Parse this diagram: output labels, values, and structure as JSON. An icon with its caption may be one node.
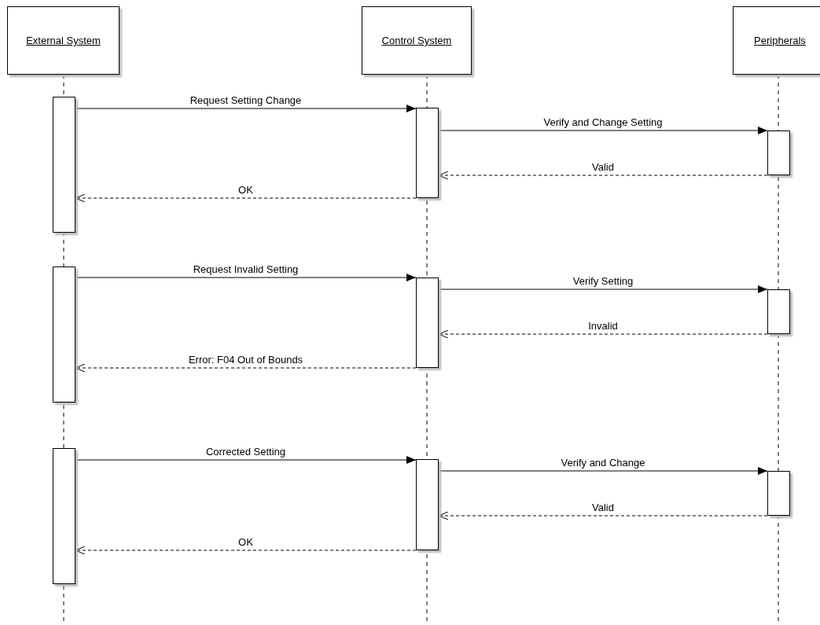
{
  "diagram": {
    "nodes": [
      {
        "text": [
          "External System"
        ]
      },
      {
        "text": [
          "Control System"
        ]
      },
      {
        "text": [
          "Peripherals"
        ]
      },
      {
        "text": [],
        "shape": "bar"
      },
      {
        "text": [],
        "shape": "bar"
      },
      {
        "text": [],
        "shape": "bar"
      },
      {
        "text": [],
        "shape": "bar"
      },
      {
        "text": [],
        "shape": "bar"
      },
      {
        "text": [],
        "shape": "bar"
      },
      {
        "text": [],
        "shape": "bar"
      },
      {
        "text": [],
        "shape": "bar"
      },
      {
        "text": [],
        "shape": "bar"
      }
    ],
    "edges": [
      {
        "from": 3,
        "to": 4,
        "arrow": "to",
        "label": "Request Setting Change"
      },
      {
        "from": 4,
        "to": 5,
        "arrow": "to",
        "label": "Verify and Change Setting"
      },
      {
        "from": 5,
        "to": 4,
        "arrow": "to",
        "label": "Valid",
        "style": "dashed"
      },
      {
        "from": 4,
        "to": 3,
        "arrow": "to",
        "label": "OK",
        "style": "dashed"
      },
      {
        "from": 6,
        "to": 7,
        "arrow": "to",
        "label": "Request Invalid Setting"
      },
      {
        "from": 7,
        "to": 8,
        "arrow": "to",
        "label": "Verify Setting"
      },
      {
        "from": 8,
        "to": 7,
        "arrow": "to",
        "label": "Invalid",
        "style": "dashed"
      },
      {
        "from": 7,
        "to": 6,
        "arrow": "to",
        "label": "Error: F04 Out of Bounds",
        "style": "dashed"
      },
      {
        "from": 9,
        "to": 10,
        "arrow": "to",
        "label": "Corrected Setting"
      },
      {
        "from": 10,
        "to": 11,
        "arrow": "to",
        "label": "Verify and Change"
      },
      {
        "from": 11,
        "to": 10,
        "arrow": "to",
        "label": "Valid",
        "style": "dashed"
      },
      {
        "from": 10,
        "to": 9,
        "arrow": "to",
        "label": "OK",
        "style": "dashed"
      }
    ]
  }
}
